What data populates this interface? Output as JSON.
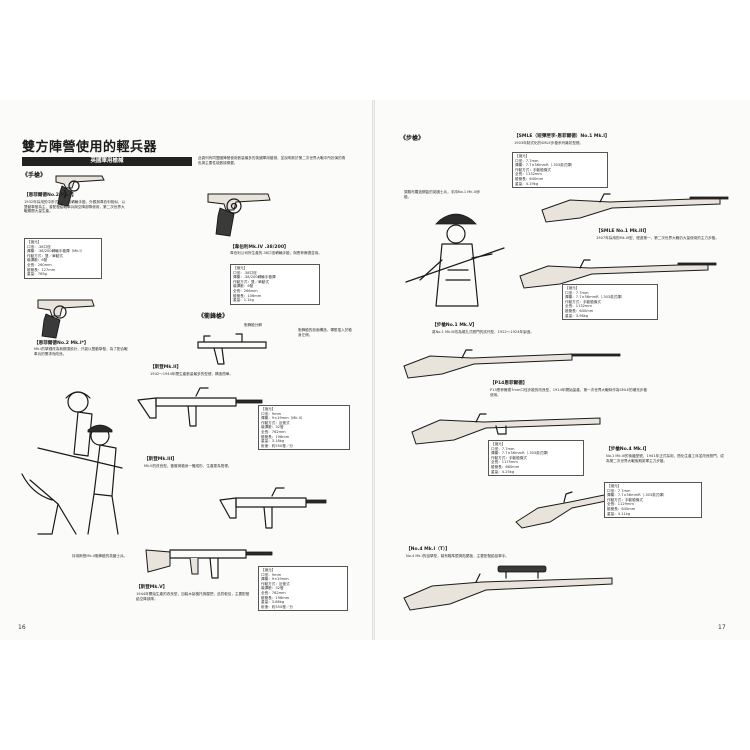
{
  "page": {
    "title": "雙方陣營使用的輕兵器",
    "banner": "英國軍用槍械",
    "intro": "此頁列有同盟國陣營使用數量最多的英國軍用槍械，並說明其於第二次世界大戰中所扮演的角色與主要性能數據概要。",
    "left_page_number": "16",
    "right_page_number": "17"
  },
  "left": {
    "section_handgun": "《手槍》",
    "section_smg": "《衝鋒槍》",
    "enfield_no2": {
      "label": "【恩菲爾德No.2 Mk.I】",
      "desc": "1932年採用的中折式.38口徑轉輪手槍，外觀與韋伯利相似，以雙動擊發為主，曾配發給戰車兵與空降部隊使用，第二次世界大戰期間大量生產。",
      "specs": [
        "【諸元】",
        "口徑：.38口徑",
        "彈藥：.38/200轉輪手槍彈（Mk.I）",
        "作動方式：雙／單動式",
        "裝彈數：6發",
        "全長：260mm",
        "槍管長：127mm",
        "重量：765g"
      ]
    },
    "enfield_no2_mk1star": {
      "label": "【恩菲爾德No.2 Mk.I*】",
      "desc": "Mk.I的擊錘改為無鋼頂設計，只能以雙動擊發，為了配合戰車兵的需求而改良。"
    },
    "webley": {
      "label": "【韋伯利Mk.IV .38/200】",
      "desc": "韋伯利公司所生產的.38口徑轉輪手槍，與恩菲爾德並用。",
      "specs": [
        "【諸元】",
        "口徑：.38口徑",
        "彈藥：.38/200轉輪手槍彈",
        "作動方式：雙／單動式",
        "裝彈數：6發",
        "全長：266mm",
        "槍管長：106mm",
        "重量：1.1kg"
      ]
    },
    "sten": {
      "label_cutaway": "衝鋒槍分解",
      "cutaway_note": "衝鋒槍的剖面構造，彈匣插入於槍身左側。",
      "mk1_label": "【斯登Mk.II】",
      "mk1_desc": "1942～1944年間生產數量最多的型號，構造簡單。",
      "mk2_specs": [
        "【諸元】",
        "口徑：9mm",
        "彈藥：9×19mm（Mk.II）",
        "作動方式：反衝式",
        "裝彈數：32發",
        "全長：762mm",
        "槍管長：196mm",
        "重量：3.18kg",
        "射速：約550發／分"
      ],
      "mk3_label": "【斯登Mk.III】",
      "mk3_desc": "Mk.II的改良型，槍管與槍身一體成形，生產更為簡便。",
      "mk5_label": "【斯登Mk.V】",
      "mk5_desc": "1944年開始生產的改良型，加裝木製槍托與握把，品質較佳，主要配發給空降部隊。",
      "mk5_specs": [
        "【諸元】",
        "口徑：9mm",
        "彈藥：9×19mm",
        "作動方式：反衝式",
        "裝彈數：32發",
        "全長：762mm",
        "槍管長：198mm",
        "重量：3.86kg",
        "射速：約550發／分"
      ],
      "photo_caption": "持用斯登Mk.II衝鋒槍的英國士兵。"
    }
  },
  "right": {
    "section_rifle": "《步槍》",
    "soldier_caption": "頭戴布羅迪鋼盔的英國士兵，手持No.1 Mk.III步槍。",
    "smle_no1mk1": {
      "label": "【SMLE（短彈匣李-恩菲爾德）No.1 Mk.I】",
      "desc": "1903年制式化的SMLE步槍系列最初型號。",
      "specs": [
        "【諸元】",
        "口徑：7.7mm",
        "彈藥：7.7×56mmR（.303英式彈）",
        "作動方式：手動槍機式",
        "全長：1132mm",
        "槍管長：640mm",
        "重量：4.19kg"
      ]
    },
    "smle_no1mk3": {
      "label": "【SMLE No.1 Mk.III】",
      "desc": "1907年採用的Mk.III型，經過第一、第二次世界大戰仍大量使用的主力步槍。",
      "specs": [
        "【諸元】",
        "口徑：7.7mm",
        "彈藥：7.7×56mmR（.303英式彈）",
        "作動方式：手動槍機式",
        "全長：1132mm",
        "槍管長：640mm",
        "重量：3.96kg"
      ]
    },
    "no1mk5": {
      "label": "【步槍No.1 Mk.V】",
      "desc": "將No.1 Mk.III改為覘孔式照門的試作型，1922～1924年製造。"
    },
    "p14": {
      "label": "【P14恩菲爾德】",
      "desc": "P13恩菲爾德7mm口徑步槍的改良型，1914年開始量產，第一次世界大戰時作為SMLE的補充步槍使用。",
      "specs": [
        "【諸元】",
        "口徑：7.7mm",
        "彈藥：7.7×56mmR（.303英式彈）",
        "作動方式：手動槍機式",
        "全長：1175mm",
        "槍管長：660mm",
        "重量：4.25kg"
      ]
    },
    "no4mk1": {
      "label": "【步槍No.4 Mk.I】",
      "desc": "No.1 Mk.III的後繼型號，1941年正式採用，簡化生產工序並改良照門，成為第二次世界大戰後期英軍主力步槍。",
      "specs": [
        "【諸元】",
        "口徑：7.7mm",
        "彈藥：7.7×56mmR（.303英式彈）",
        "作動方式：手動槍機式",
        "全長：1129mm",
        "槍管長：640mm",
        "重量：4.11kg"
      ]
    },
    "no4mk1t": {
      "label": "【No.4 Mk.I（T）】",
      "desc": "No.4 Mk.I的狙擊型，裝有瞄準鏡與貼腮板，主要配發給狙擊手。"
    }
  }
}
